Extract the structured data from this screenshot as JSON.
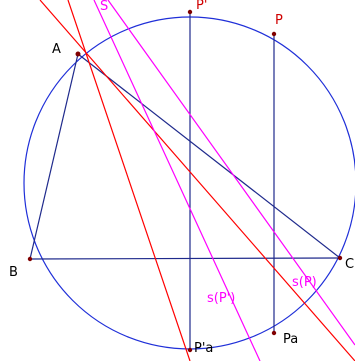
{
  "figure": {
    "colors": {
      "circle": "#1f2fd8",
      "triangle": "#1f2a8c",
      "perpendicular": "#1f2a8c",
      "red_line": "#ff0000",
      "magenta_line": "#ff00ff",
      "point": "#800000",
      "label_black": "#000000",
      "label_red": "#d00000",
      "label_magenta": "#ff00ff"
    },
    "labels": {
      "A": "A",
      "B": "B",
      "C": "C",
      "P": "P",
      "P_prime": "P'",
      "Pa": "Pa",
      "P_prime_a": "P'a",
      "S": "S",
      "sP": "s(P)",
      "sP_prime": "s(P')"
    }
  }
}
